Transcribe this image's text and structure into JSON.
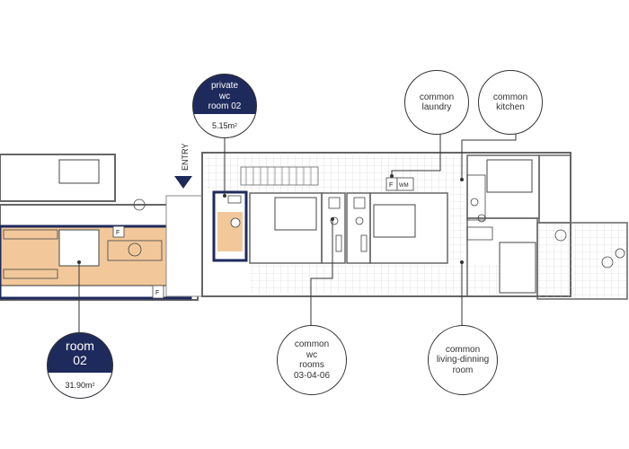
{
  "labels": {
    "entry": "ENTRY",
    "wm": "WM",
    "fridge": "F"
  },
  "callouts": {
    "private_wc": {
      "lines": [
        "private",
        "wc",
        "room 02"
      ],
      "area_value": "5.15",
      "area_unit": "m",
      "area_exp": "2"
    },
    "room02": {
      "lines": [
        "room",
        "02"
      ],
      "area_value": "31.90",
      "area_unit": "m",
      "area_exp": "2"
    },
    "laundry": {
      "lines": [
        "common",
        "laundry"
      ]
    },
    "kitchen": {
      "lines": [
        "common",
        "kitchen"
      ]
    },
    "wc_rooms": {
      "lines": [
        "common",
        "wc",
        "rooms",
        "03-04-06"
      ]
    },
    "living": {
      "lines": [
        "common",
        "living-dinning",
        "room"
      ]
    }
  },
  "colors": {
    "highlight_room": "#f2c89a",
    "navy": "#1f2a5c",
    "wall": "#555555",
    "tile_grid": "#c9c9c9"
  }
}
